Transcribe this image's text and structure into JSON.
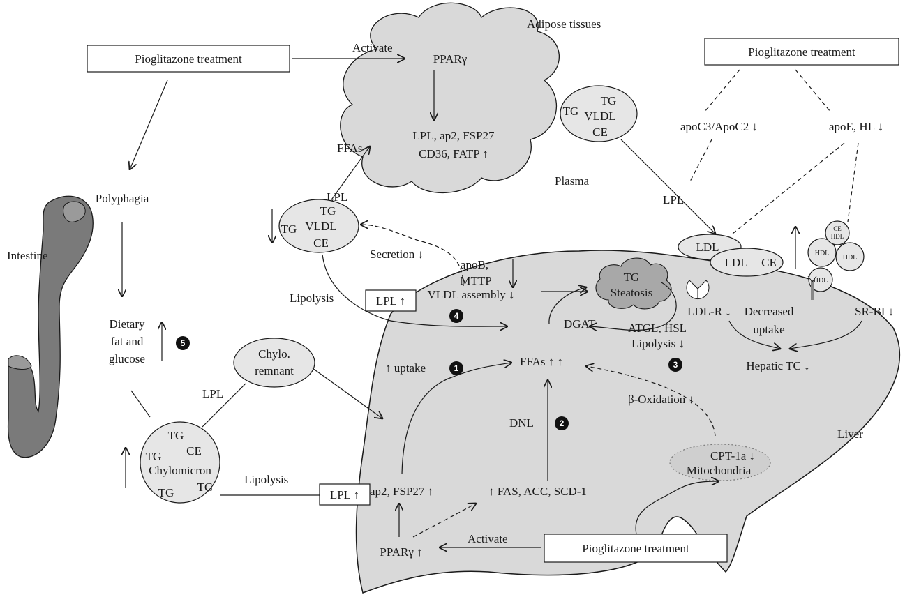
{
  "regions": {
    "adipose": "Adipose tissues",
    "intestine": "Intestine",
    "plasma": "Plasma",
    "liver": "Liver"
  },
  "treatment_label": "Pioglitazone treatment",
  "adipose": {
    "ppar": "PPARγ",
    "genes_line1": "LPL, ap2, FSP27",
    "genes_line2": "CD36, FATP ↑",
    "activate": "Activate",
    "ffas": "FFAs",
    "lpl": "LPL"
  },
  "left": {
    "polyphagia": "Polyphagia",
    "dietary_line1": "Dietary",
    "dietary_line2": "fat and",
    "dietary_line3": "glucose",
    "up_arrow": "↑"
  },
  "vldl": {
    "tg1": "TG",
    "tg2": "TG",
    "vldl": "VLDL",
    "ce": "CE"
  },
  "vldl_plasma": {
    "tg1": "TG",
    "tg2": "TG",
    "vldl": "VLDL",
    "ce": "CE"
  },
  "chylo": {
    "tg1": "TG",
    "tg2": "TG",
    "tg3": "TG",
    "tg4": "TG",
    "ce": "CE",
    "name": "Chylomicron"
  },
  "remnant": {
    "line1": "Chylo.",
    "line2": "remnant"
  },
  "labels": {
    "secretion": "Secretion ↓",
    "lipolysis_top": "Lipolysis",
    "lpl_up": "LPL ↑",
    "lipolysis_bottom": "Lipolysis",
    "lpl_left": "LPL",
    "apob": "apoB,",
    "mttp": "MTTP",
    "vldl_assembly": "VLDL assembly ↓",
    "steatosis_tg": "TG",
    "steatosis": "Steatosis",
    "dgat": "DGAT",
    "atgl": "ATGL, HSL",
    "lipolysis_down": "Lipolysis ↓",
    "uptake": "↑ uptake",
    "ffas_center": "FFAs ↑ ↑",
    "beta_ox": "β-Oxidation ↓",
    "dnl": "DNL",
    "cpt": "CPT-1a ↓",
    "mito": "Mitochondria",
    "ap2": "ap2, FSP27 ↑",
    "fas": "↑ FAS, ACC, SCD-1",
    "ppar_liver": "PPARγ ↑",
    "activate_liver": "Activate",
    "apoc": "apoC3/ApoC2 ↓",
    "apoe": "apoE, HL ↓",
    "lpl_plasma": "LPL",
    "ldl1": "LDL",
    "ldl2": "LDL",
    "ldl_ce": "CE",
    "hdl": "HDL",
    "hdl_ce": "CE",
    "ldlr": "LDL-R ↓",
    "decreased": "Decreased",
    "uptake2": "uptake",
    "srbi": "SR-BI ↓",
    "hepatic_tc": "Hepatic TC ↓"
  },
  "steps": [
    "1",
    "2",
    "3",
    "4",
    "5"
  ]
}
